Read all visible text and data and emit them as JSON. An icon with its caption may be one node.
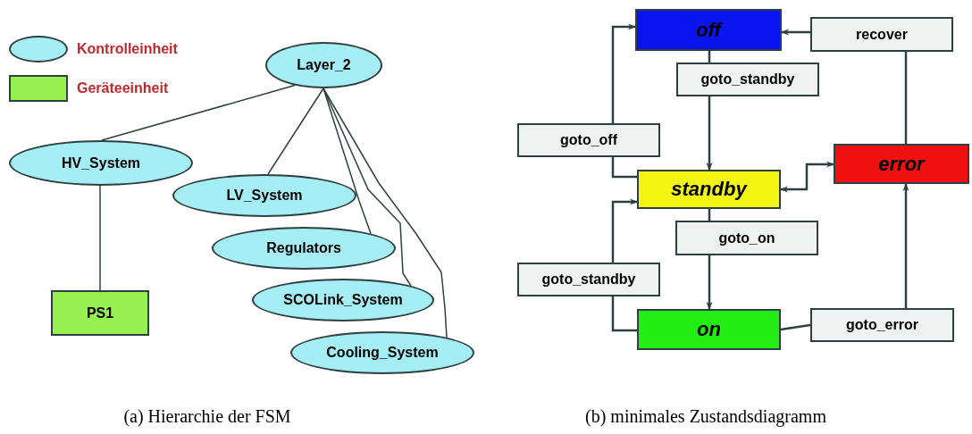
{
  "diagram": {
    "nodes": [
      {
        "text": [
          "Layer_2"
        ]
      },
      {
        "text": [
          "HV_System"
        ]
      },
      {
        "text": [
          "LV_System"
        ]
      },
      {
        "text": [
          "Regulators"
        ]
      },
      {
        "text": [
          "SCOLink_System"
        ]
      },
      {
        "text": [
          "Cooling_System"
        ]
      },
      {
        "text": [
          "PS1"
        ]
      },
      {
        "text": [
          "off"
        ]
      },
      {
        "text": [
          "standby"
        ]
      },
      {
        "text": [
          "on"
        ]
      },
      {
        "text": [
          "error"
        ]
      },
      {
        "text": [
          "goto_standby"
        ]
      },
      {
        "text": [
          "goto_off"
        ]
      },
      {
        "text": [
          "recover"
        ]
      },
      {
        "text": [
          "goto_standby"
        ]
      },
      {
        "text": [
          "goto_on"
        ]
      },
      {
        "text": [
          "goto_error"
        ]
      }
    ],
    "edges": [
      {
        "from": 0,
        "to": 1,
        "arrow": "none"
      },
      {
        "from": 0,
        "to": 2,
        "arrow": "none"
      },
      {
        "from": 0,
        "to": 3,
        "arrow": "none"
      },
      {
        "from": 0,
        "to": 4,
        "arrow": "none"
      },
      {
        "from": 0,
        "to": 5,
        "arrow": "none"
      },
      {
        "from": 1,
        "to": 6,
        "arrow": "none"
      },
      {
        "from": 7,
        "to": 11,
        "arrow": "none"
      },
      {
        "from": 11,
        "to": 8,
        "arrow": "to"
      },
      {
        "from": 8,
        "to": 12,
        "arrow": "none"
      },
      {
        "from": 12,
        "to": 7,
        "arrow": "to"
      },
      {
        "from": 8,
        "to": 15,
        "arrow": "none"
      },
      {
        "from": 15,
        "to": 9,
        "arrow": "to"
      },
      {
        "from": 9,
        "to": 14,
        "arrow": "none"
      },
      {
        "from": 14,
        "to": 8,
        "arrow": "to"
      },
      {
        "from": 9,
        "to": 16,
        "arrow": "none"
      },
      {
        "from": 16,
        "to": 10,
        "arrow": "to"
      },
      {
        "from": 10,
        "to": 13,
        "arrow": "none"
      },
      {
        "from": 13,
        "to": 7,
        "arrow": "to"
      },
      {
        "from": 8,
        "to": 10,
        "arrow": "both"
      }
    ],
    "labels": [
      "(a) Hierarchie der FSM",
      "(b) minimales Zustandsdiagramm"
    ],
    "legend": [
      {
        "text": "Kontrolleinheit",
        "color": "#a6eef5"
      },
      {
        "text": "Geräteeinheit",
        "color": "#98ef50"
      }
    ]
  }
}
